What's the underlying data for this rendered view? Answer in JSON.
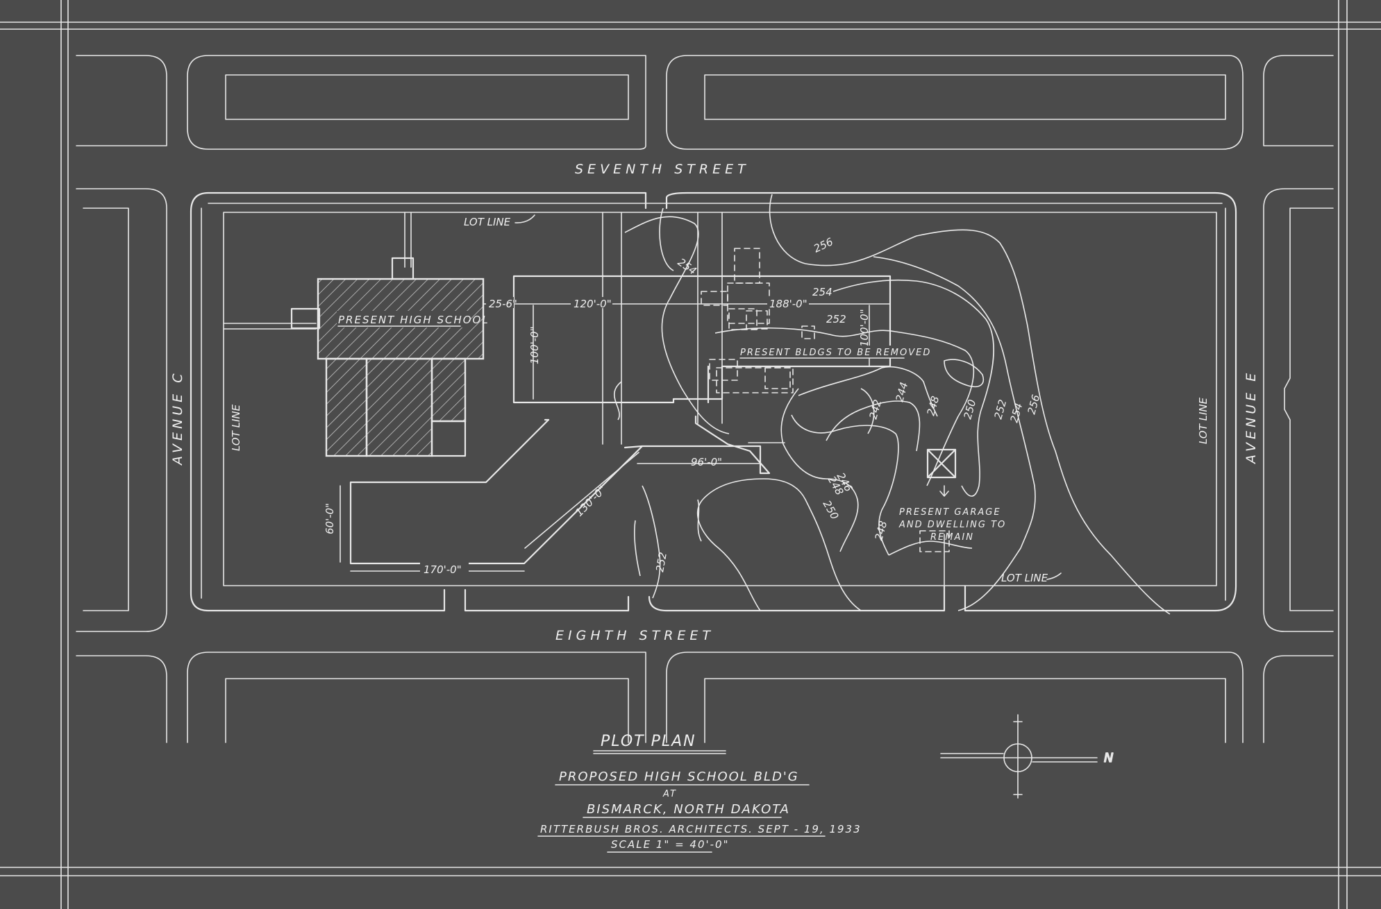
{
  "streets": {
    "north": "SEVENTH STREET",
    "south": "EIGHTH STREET",
    "west": "AVENUE C",
    "east": "AVENUE E"
  },
  "lot_lines": {
    "north": "LOT LINE",
    "west": "LOT LINE",
    "east": "LOT LINE",
    "southeast": "LOT LINE"
  },
  "buildings": {
    "present_school": "PRESENT HIGH SCHOOL",
    "remove": "PRESENT BLDGS TO BE REMOVED",
    "garage_line1": "PRESENT GARAGE",
    "garage_line2": "AND DWELLING TO",
    "garage_line3": "REMAIN"
  },
  "dimensions": {
    "gap": "25-6\"",
    "width_main": "120'-0\"",
    "width_east": "188'-0\"",
    "depth_main": "100'-0\"",
    "depth_east": "100'-0\"",
    "wing_diag": "130'-0\"",
    "wing_top": "96'-0\"",
    "wing_height": "60'-0\"",
    "wing_bottom": "170'-0\""
  },
  "contours": {
    "c254a": "254",
    "c256a": "256",
    "c254b": "254",
    "c252a": "252",
    "c242": "242",
    "c244": "244",
    "c248a": "248",
    "c250a": "250",
    "c252b": "252",
    "c254c": "254",
    "c256b": "256",
    "c248b": "248",
    "c250b": "250",
    "c246": "246",
    "c248c": "248",
    "c252c": "252"
  },
  "title_block": {
    "title": "PLOT PLAN",
    "line1": "PROPOSED HIGH SCHOOL BLD'G",
    "line2": "AT",
    "line3": "BISMARCK, NORTH DAKOTA",
    "line4": "RITTERBUSH BROS. ARCHITECTS.  SEPT - 19, 1933",
    "line5": "SCALE 1\" = 40'-0\""
  },
  "north_arrow": "N",
  "colors": {
    "paper": "#4b4b4b",
    "line": "#e8e8e8"
  }
}
